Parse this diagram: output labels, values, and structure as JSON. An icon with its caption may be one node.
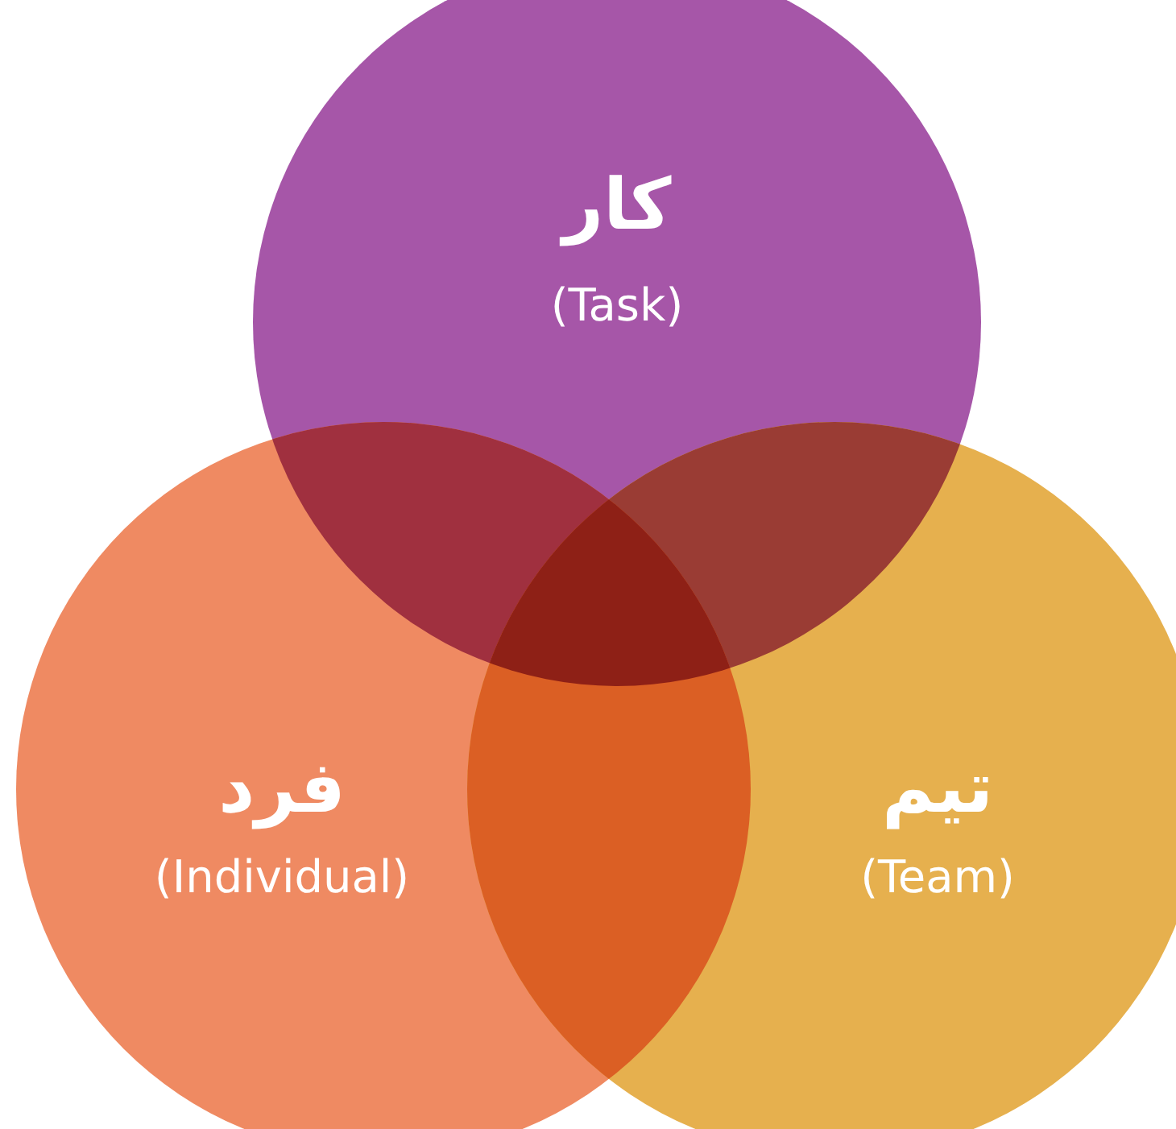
{
  "diagram": {
    "nodes": [
      {
        "text": [
          "کار",
          "(Task)"
        ]
      },
      {
        "text": [
          "فرد",
          "(Individual)"
        ]
      },
      {
        "text": [
          "تیم",
          "(Team)"
        ]
      }
    ]
  }
}
